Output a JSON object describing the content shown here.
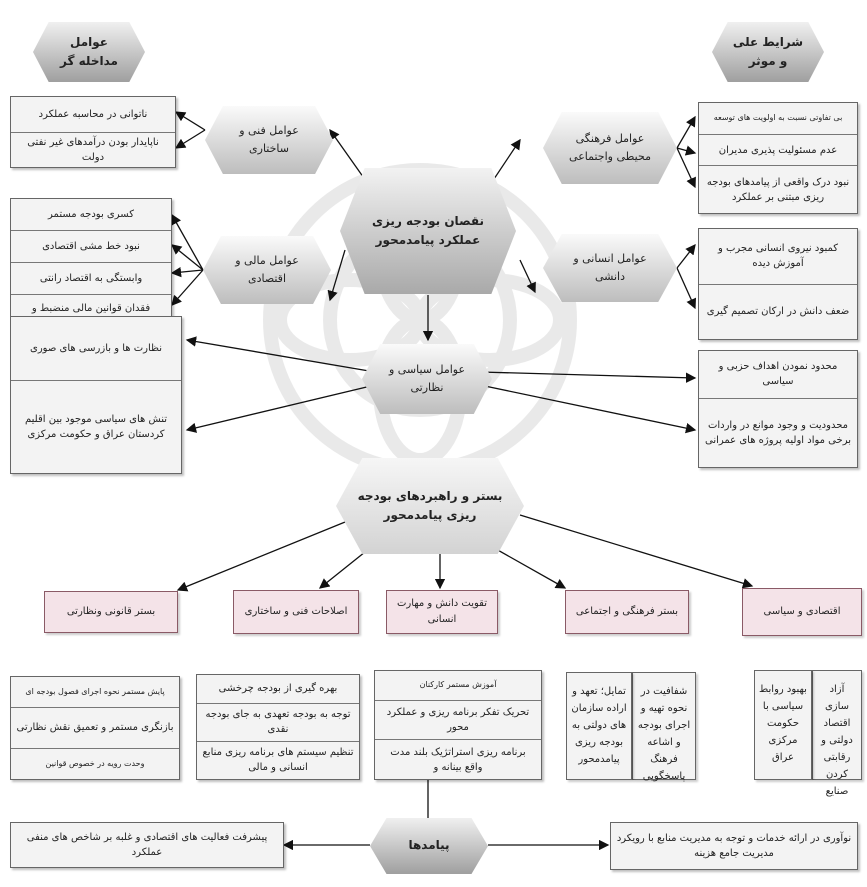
{
  "corners": {
    "intervening": "عوامل مداخله گر",
    "causal": "شرایط علی و موثر"
  },
  "center": "نقصان بودجه ریزی عملکرد پیامدمحور",
  "technical": {
    "title": "عوامل فنی و ساختاری",
    "items": [
      "ناتوانی در محاسبه عملکرد",
      "ناپایدار بودن درآمدهای غیر نفتی دولت"
    ]
  },
  "financial": {
    "title": "عوامل مالی و اقتصادی",
    "items": [
      "کسری بودجه مستمر",
      "نبود خط مشی اقتصادی",
      "وابستگی به اقتصاد رانتی",
      "فقدان قوانین مالی منضبط و منسجم"
    ]
  },
  "cultural": {
    "title": "عوامل فرهنگی محیطی واجتماعی",
    "items": [
      "بی تفاوتی نسبت به اولویت های توسعه",
      "عدم مسئولیت پذیری مدیران",
      "نبود درک واقعی از پیامدهای بودجه ریزی مبتنی بر عملکرد"
    ]
  },
  "human": {
    "title": "عوامل انسانی و دانشی",
    "items": [
      "کمبود نیروی انسانی مجرب و آموزش دیده",
      "ضعف دانش در ارکان تصمیم گیری"
    ]
  },
  "political": {
    "title": "عوامل سیاسی و نظارتی",
    "left_items": [
      "نظارت ها و بازرسی های صوری",
      "تنش های سیاسی موجود بین اقلیم کردستان عراق و حکومت مرکزی"
    ],
    "right_items": [
      "محدود نمودن اهداف حزبی و سیاسی",
      "محدودیت و وجود موانع در واردات برخی مواد اولیه پروژه های عمرانی"
    ]
  },
  "strategies": "بستر و راهبردهای بودجه ریزی پیامدمحور",
  "columns": [
    {
      "title": "بستر قانونی ونظارتی",
      "items": [
        "پایش مستمر نحوه اجرای فصول بودجه ای",
        "بازنگری مستمر و تعمیق نقش نظارتی",
        "وحدت رویه در خصوص قوانین"
      ]
    },
    {
      "title": "اصلاحات فنی و ساختاری",
      "items": [
        "بهره گیری از بودجه چرخشی",
        "توجه به بودجه تعهدی به جای بودجه نقدی",
        "تنظیم سیستم های برنامه ریزی منابع انسانی و مالی"
      ]
    },
    {
      "title": "تقویت دانش و مهارت انسانی",
      "items": [
        "آموزش مستمر کارکنان",
        "تحریک تفکر برنامه ریزی و عملکرد محور",
        "برنامه ریزی استراتژیک بلند مدت واقع بینانه و"
      ]
    },
    {
      "title": "بستر فرهنگی و اجتماعی",
      "items": [
        "تمایل؛ تعهد و اراده سازمان های دولتی به بودجه ریزی پیامدمحور",
        "شفافیت در نحوه تهیه و اجرای بودجه و اشاعه فرهنگ پاسخگویی"
      ]
    },
    {
      "title": "اقتصادی و سیاسی",
      "items": [
        "بهبود روابط سیاسی با حکومت مرکزی عراق",
        "آزاد سازی اقتصاد دولتی و رقابتی کردن صنایع"
      ]
    }
  ],
  "outcomes": {
    "title": "پیامدها",
    "left": "پیشرفت فعالیت های اقتصادی و غلبه بر شاخص های منفی عملکرد",
    "right": "نوآوری در ارائه خدمات و توجه به مدیریت منابع با رویکرد مدیریت جامع هزینه"
  }
}
